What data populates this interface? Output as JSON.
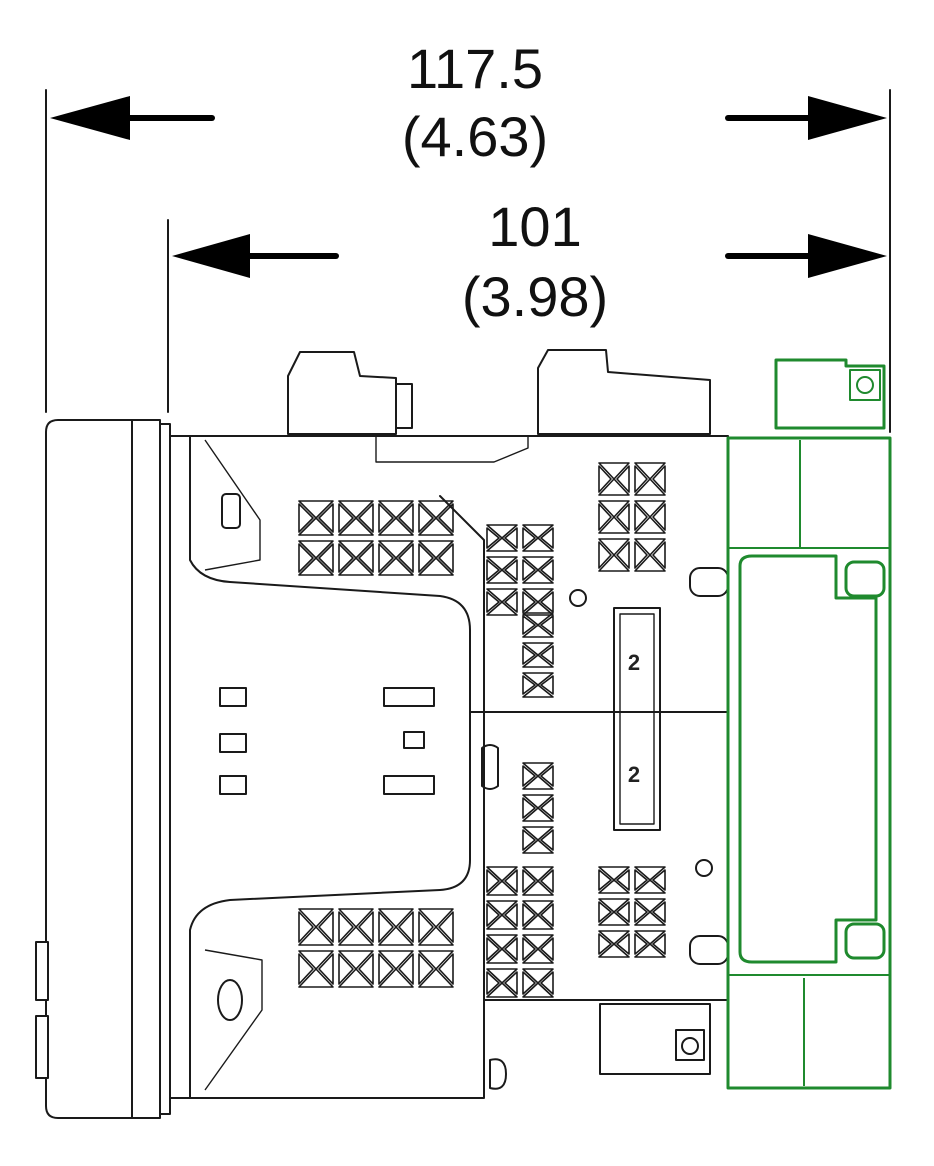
{
  "dimensions": {
    "overall": {
      "mm": "117.5",
      "in": "(4.63)"
    },
    "body": {
      "mm": "101",
      "in": "(3.98)"
    }
  },
  "connector_labels": [
    "2",
    "2"
  ],
  "colors": {
    "outline": "#1a1a1a",
    "arrow": "#000000",
    "module_highlight": "#1f8a2e"
  }
}
